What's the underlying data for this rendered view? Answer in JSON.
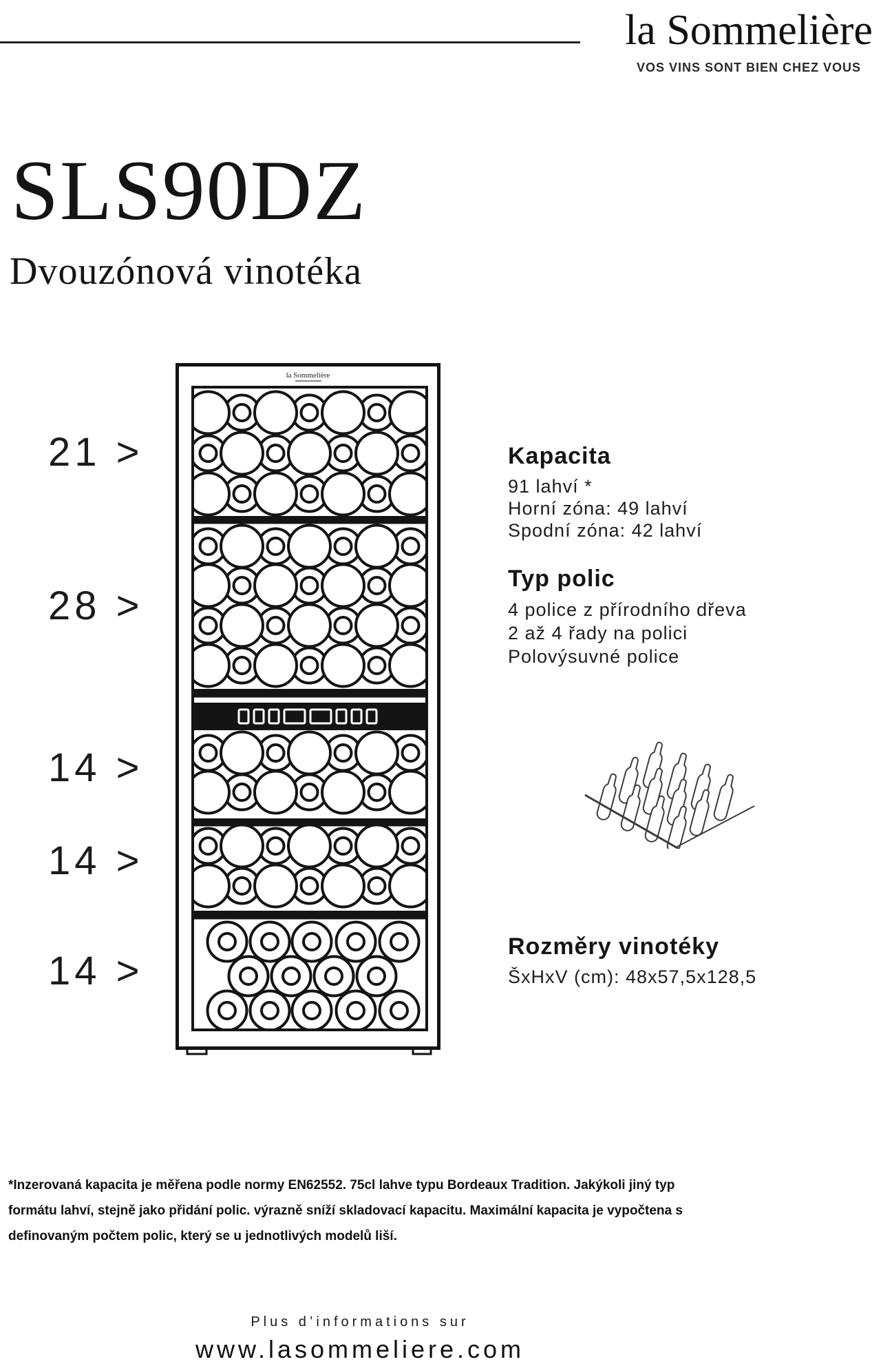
{
  "brand": {
    "name": "la Sommelière",
    "tagline": "VOS VINS SONT BIEN CHEZ VOUS"
  },
  "product": {
    "model": "SLS90DZ",
    "type": "Dvouzónová vinotéka"
  },
  "diagram": {
    "row_labels": [
      "21 >",
      "28 >",
      "14 >",
      "14 >",
      "14 >"
    ],
    "fridge_brand": "la Sommelière"
  },
  "specs": {
    "capacity": {
      "heading": "Kapacita",
      "lines": [
        "91 lahví *",
        "Horní zóna: 49 lahví",
        "Spodní zóna: 42 lahví"
      ]
    },
    "shelves": {
      "heading": "Typ polic",
      "lines": [
        "4 police z přírodního dřeva",
        "2 až 4 řady na polici",
        "Polovýsuvné police"
      ]
    },
    "dimensions": {
      "heading": "Rozměry vinotéky",
      "lines": [
        "ŠxHxV (cm): 48x57,5x128,5"
      ]
    }
  },
  "footnote_lines": [
    "*Inzerovaná kapacita je měřena podle normy EN62552. 75cl lahve typu Bordeaux Tradition. Jakýkoli jiný typ",
    "formátu lahví, stejně jako přidání polic. výrazně sníží skladovací kapacitu. Maximální kapacita je vypočtena s",
    "definovaným počtem polic, který se u jednotlivých modelů liší."
  ],
  "footer": {
    "info": "Plus d’informations sur",
    "website": "www.lasommeliere.com"
  },
  "colors": {
    "ink": "#1b1b1b",
    "background": "#ffffff"
  }
}
